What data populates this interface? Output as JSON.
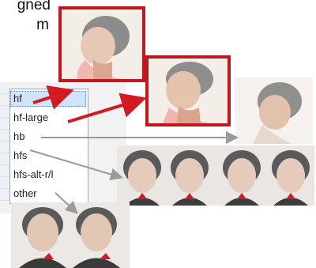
{
  "caption": {
    "line1": "gned",
    "line2": "m"
  },
  "dropdown": {
    "selected": "hf",
    "options": [
      "hf",
      "hf-large",
      "hb",
      "hfs",
      "hfs-alt-r/l",
      "other"
    ]
  },
  "colors": {
    "frame": "#c0171f",
    "red_arrow": "#d11a22",
    "gray_arrow": "#9a9a9a",
    "selection": "#cfe3fb"
  }
}
